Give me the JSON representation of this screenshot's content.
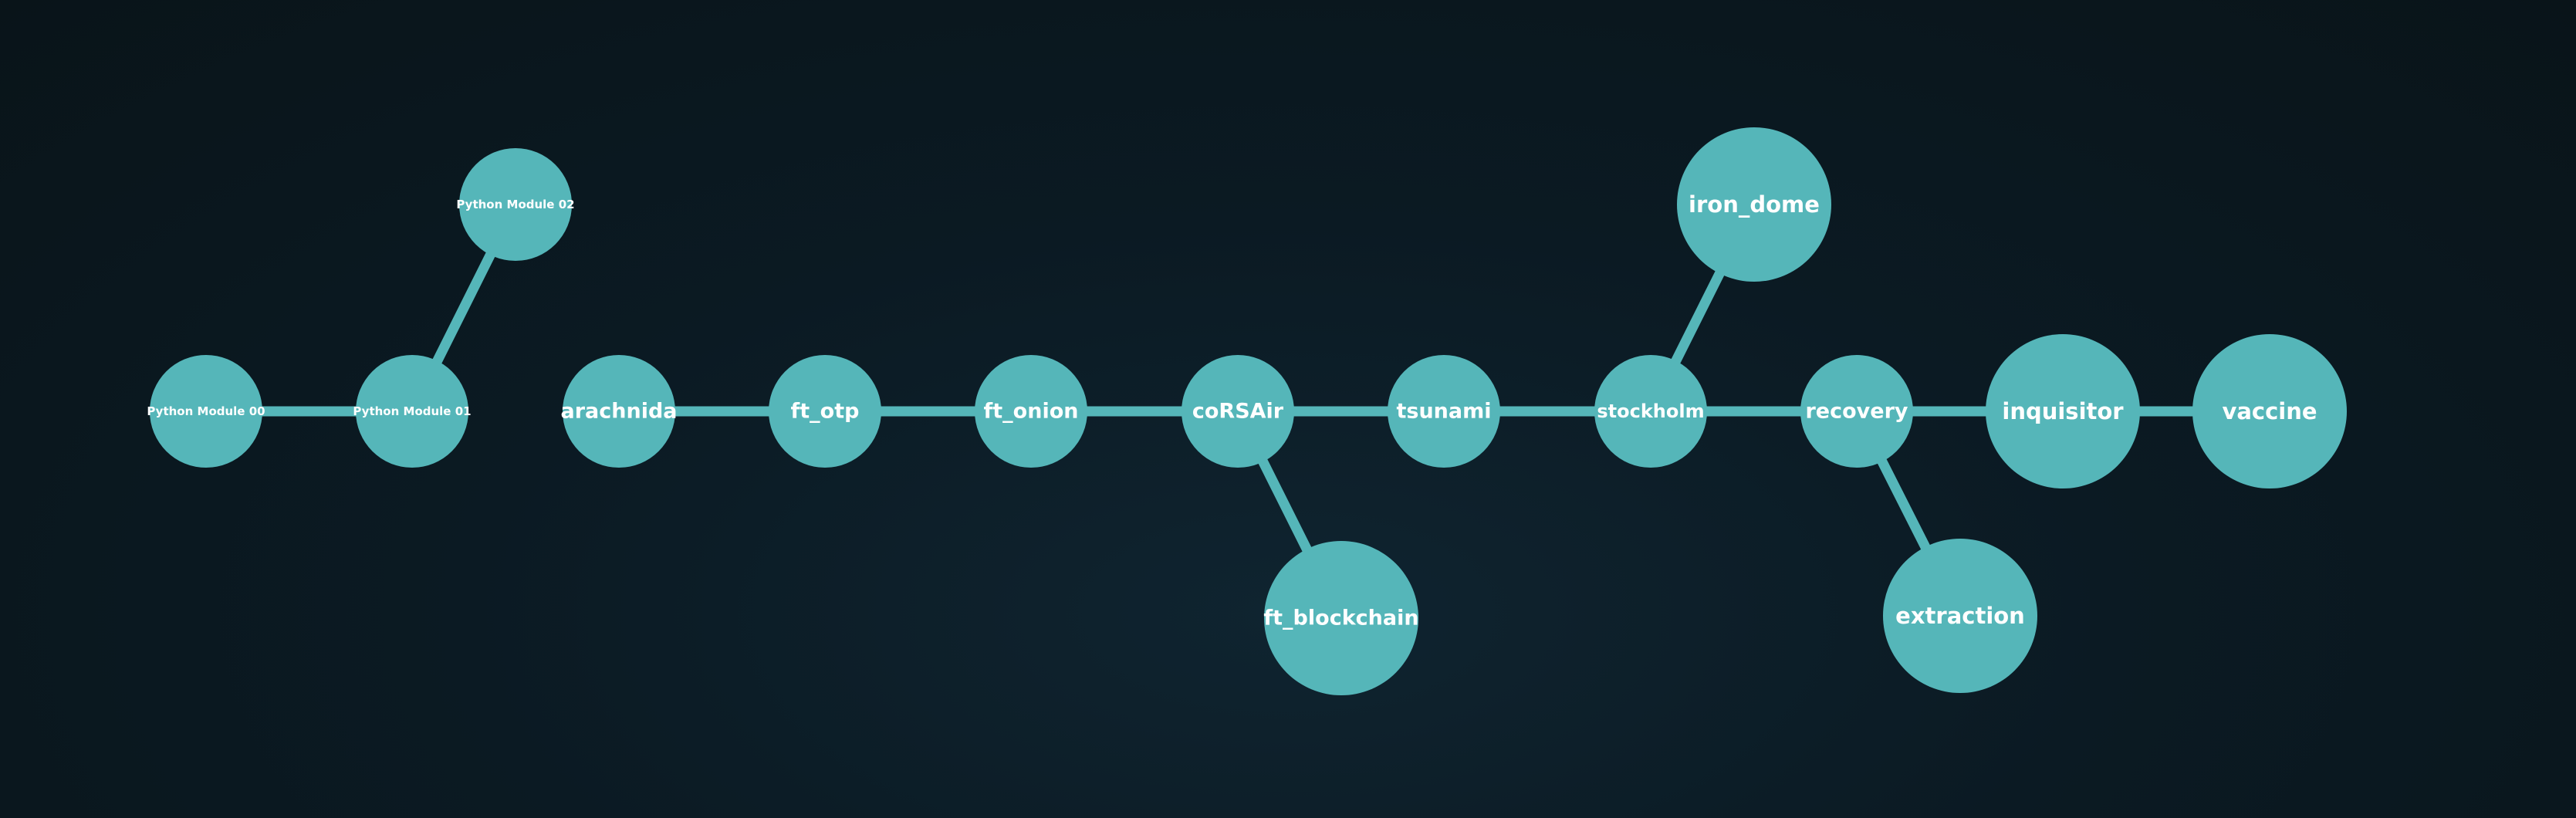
{
  "graph": {
    "nodes": [
      {
        "id": "pm00",
        "label": "Python Module 00"
      },
      {
        "id": "pm01",
        "label": "Python Module 01"
      },
      {
        "id": "pm02",
        "label": "Python Module 02"
      },
      {
        "id": "arachnida",
        "label": "arachnida"
      },
      {
        "id": "ft_otp",
        "label": "ft_otp"
      },
      {
        "id": "ft_onion",
        "label": "ft_onion"
      },
      {
        "id": "corsair",
        "label": "coRSAir"
      },
      {
        "id": "tsunami",
        "label": "tsunami"
      },
      {
        "id": "stockholm",
        "label": "stockholm"
      },
      {
        "id": "recovery",
        "label": "recovery"
      },
      {
        "id": "inquisitor",
        "label": "inquisitor"
      },
      {
        "id": "vaccine",
        "label": "vaccine"
      },
      {
        "id": "iron_dome",
        "label": "iron_dome"
      },
      {
        "id": "ft_blockchain",
        "label": "ft_blockchain"
      },
      {
        "id": "extraction",
        "label": "extraction"
      }
    ],
    "edges": [
      [
        "pm00",
        "pm01"
      ],
      [
        "pm01",
        "pm02"
      ],
      [
        "arachnida",
        "ft_otp"
      ],
      [
        "ft_otp",
        "ft_onion"
      ],
      [
        "ft_onion",
        "corsair"
      ],
      [
        "corsair",
        "tsunami"
      ],
      [
        "tsunami",
        "stockholm"
      ],
      [
        "stockholm",
        "recovery"
      ],
      [
        "recovery",
        "inquisitor"
      ],
      [
        "inquisitor",
        "vaccine"
      ],
      [
        "stockholm",
        "iron_dome"
      ],
      [
        "corsair",
        "ft_blockchain"
      ],
      [
        "recovery",
        "extraction"
      ]
    ],
    "colors": {
      "node": "#55b6b9",
      "edge": "#55b6b9",
      "label": "#ffffff",
      "background": "#0b1a23"
    }
  }
}
